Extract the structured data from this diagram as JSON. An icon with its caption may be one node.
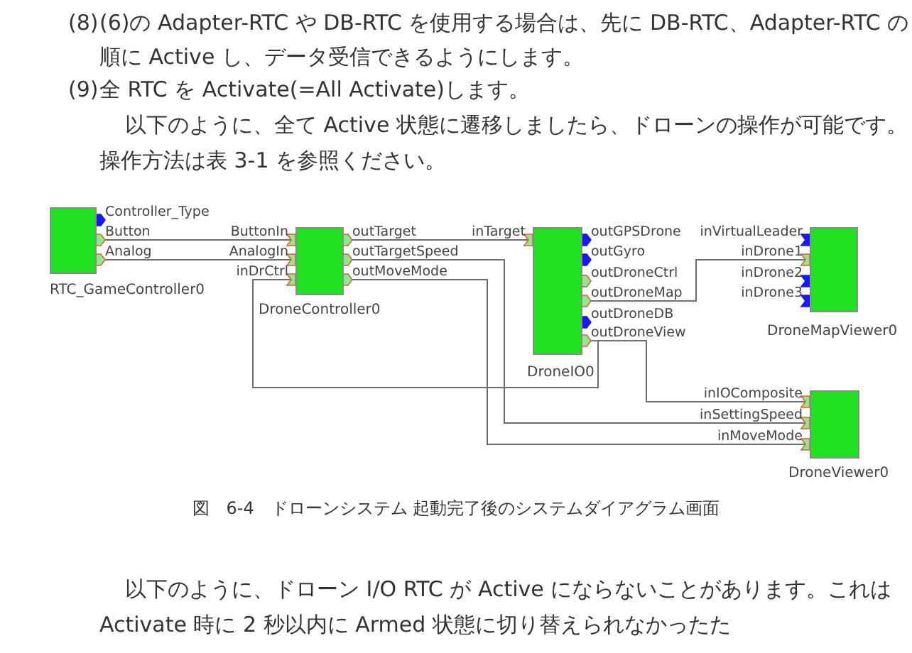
{
  "diagram": {
    "caption": "図　6-4　ドローンシステム 起動完了後のシステムダイアグラム画面",
    "nodes": [
      {
        "text": [
          "RTC_GameController0"
        ],
        "beside": [
          "Controller_Type",
          "Button",
          "Analog"
        ]
      },
      {
        "text": [
          "DroneController0"
        ],
        "beside": [
          "ButtonIn",
          "AnalogIn",
          "inDrCtrl",
          "outTarget",
          "outTargetSpeed",
          "outMoveMode"
        ]
      },
      {
        "text": [
          "DroneIO0"
        ],
        "beside": [
          "inTarget",
          "outGPSDrone",
          "outGyro",
          "outDroneCtrl",
          "outDroneMap",
          "outDroneDB",
          "outDroneView"
        ]
      },
      {
        "text": [
          "DroneMapViewer0"
        ],
        "beside": [
          "inVirtualLeader",
          "inDrone1",
          "inDrone2",
          "inDrone3"
        ]
      },
      {
        "text": [
          "DroneViewer0"
        ],
        "beside": [
          "inIOComposite",
          "inSettingSpeed",
          "inMoveMode"
        ]
      }
    ],
    "edges": [
      {
        "from": 0,
        "to": 1,
        "arrow": "none"
      },
      {
        "from": 0,
        "to": 1,
        "arrow": "none"
      },
      {
        "from": 1,
        "to": 2,
        "arrow": "none"
      },
      {
        "from": 1,
        "to": 4,
        "arrow": "none"
      },
      {
        "from": 1,
        "to": 4,
        "arrow": "none"
      },
      {
        "from": 2,
        "to": 1,
        "arrow": "none"
      },
      {
        "from": 2,
        "to": 4,
        "arrow": "none"
      },
      {
        "from": 2,
        "to": 3,
        "arrow": "none"
      }
    ],
    "labels": [
      "(8)",
      "(6)の Adapter-RTC や DB-RTC を使用する場合は、先に DB-RTC、Adapter-RTC の順に Active し、データ受信できるようにします。",
      "(9)",
      "全 RTC を Activate(=All Activate)します。",
      "以下のように、全て Active 状態に遷移しましたら、ドローンの操作が可能です。操作方法は表 3-1 を参照ください。",
      "以下のように、ドローン I/O RTC が Active にならないことがあります。これは Activate 時に 2 秒以内に Armed 状態に切り替えられなかったた"
    ]
  }
}
